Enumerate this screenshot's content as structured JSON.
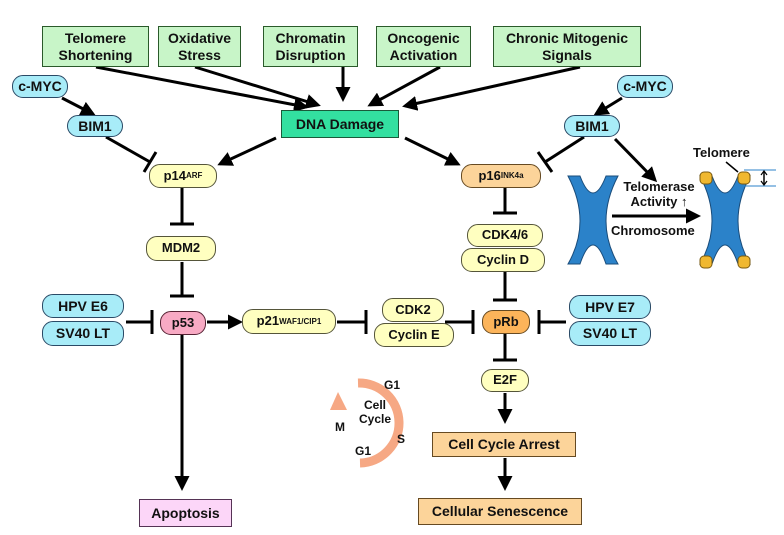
{
  "nodes": {
    "telomere_shortening": "Telomere\nShortening",
    "oxidative_stress": "Oxidative\nStress",
    "chromatin_disruption": "Chromatin\nDisruption",
    "oncogenic_activation": "Oncogenic\nActivation",
    "chronic_mitogenic": "Chronic Mitogenic\nSignals",
    "dna_damage": "DNA Damage",
    "cmyc_left": "c-MYC",
    "cmyc_right": "c-MYC",
    "bim1_left": "BIM1",
    "bim1_right": "BIM1",
    "p14": "p14",
    "p14_sup": "ARF",
    "p16": "p16",
    "p16_sup": "INK4a",
    "mdm2": "MDM2",
    "cdk46": "CDK4/6",
    "cyclin_d": "Cyclin D",
    "hpv_e6": "HPV E6",
    "sv40_left": "SV40 LT",
    "p53": "p53",
    "p21": "p21",
    "p21_sup": "WAF1/CIP1",
    "cdk2": "CDK2",
    "cyclin_e": "Cyclin E",
    "prb": "pRb",
    "hpv_e7": "HPV E7",
    "sv40_right": "SV40 LT",
    "e2f": "E2F",
    "cell_cycle_arrest": "Cell Cycle Arrest",
    "cellular_senescence": "Cellular Senescence",
    "apoptosis": "Apoptosis"
  },
  "cell_cycle": {
    "center": "Cell\nCycle",
    "g1_top": "G1",
    "s": "S",
    "g1_bottom": "G1",
    "m": "M"
  },
  "chromosome": {
    "telomere_label": "Telomere",
    "activity_label": "Telomerase\nActivity ↑",
    "chromosome_label": "Chromosome"
  },
  "colors": {
    "green": "#c8f5c8",
    "dna_damage": "#33e0a0",
    "cyan": "#a8ecf8",
    "yellow": "#ffffc0",
    "orange": "#fcd49a",
    "prb_orange": "#fcb45a",
    "pink": "#f8aac4",
    "apoptosis": "#fcd6f8",
    "chromosome_blue": "#2b82c9",
    "telomere_cap": "#f0b830",
    "cycle_ring": "#f6a884"
  },
  "icons": [
    "activation-arrow",
    "inhibition-bar",
    "chromosome-icon",
    "cycle-ring-icon"
  ]
}
